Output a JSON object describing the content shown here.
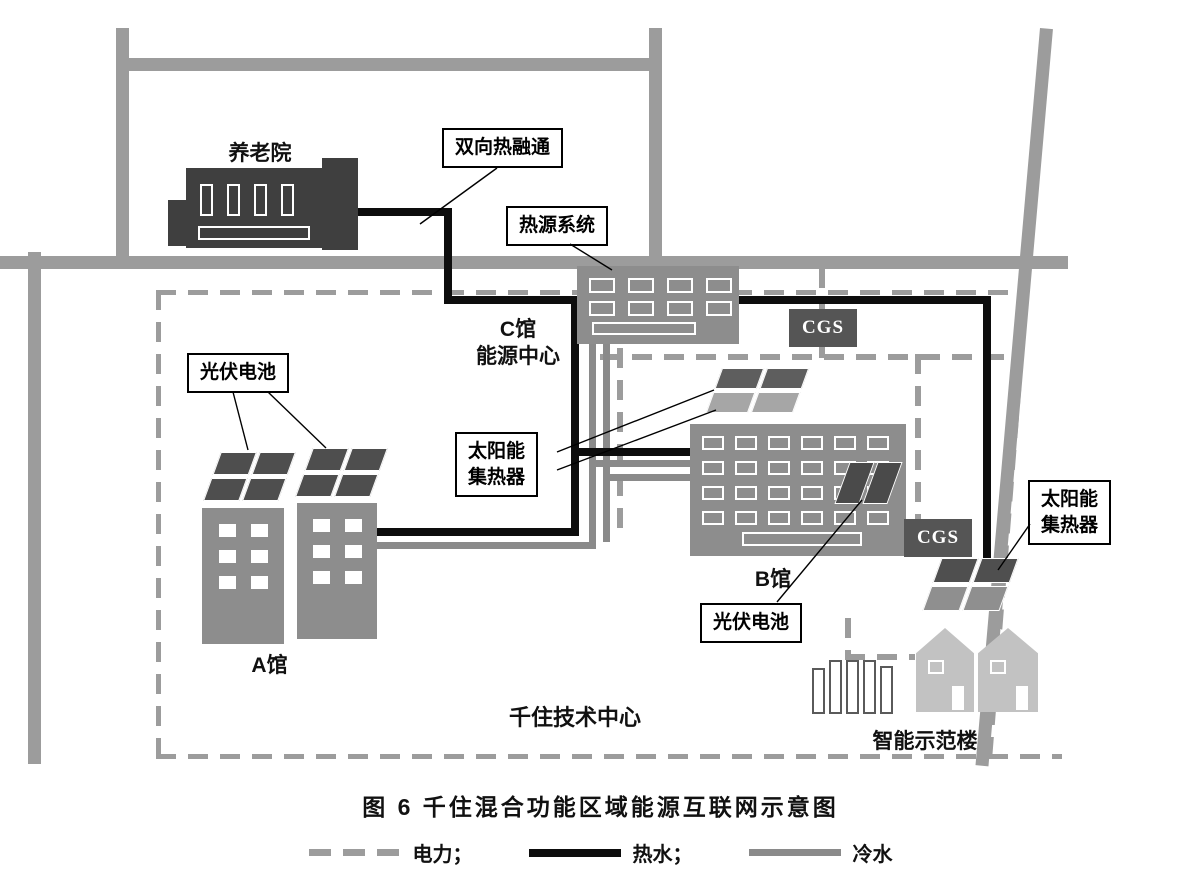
{
  "figure": {
    "caption": "图 6 千住混合功能区域能源互联网示意图"
  },
  "labels": {
    "nursing_home": "养老院",
    "bidirectional_heat": "双向热融通",
    "heat_source_system": "热源系统",
    "c_hall": "C馆",
    "c_hall_sub": "能源中心",
    "pv_left": "光伏电池",
    "pv_b": "光伏电池",
    "solar_collector_center_l1": "太阳能",
    "solar_collector_center_l2": "集热器",
    "solar_collector_right_l1": "太阳能",
    "solar_collector_right_l2": "集热器",
    "hall_a": "A馆",
    "hall_b": "B馆",
    "cgs_top": "CGS",
    "cgs_right": "CGS",
    "tech_center": "千住技术中心",
    "smart_demo_building": "智能示范楼"
  },
  "legend": {
    "items": [
      {
        "label": "电力；",
        "line": "power-dashed"
      },
      {
        "label": "热水；",
        "line": "hot-water-solid-black"
      },
      {
        "label": "冷水",
        "line": "cold-water-solid-gray"
      }
    ]
  },
  "colors": {
    "road": "#9c9c9c",
    "hot_water_pipe": "#0d0d0d",
    "cold_water_pipe": "#8a8a8a",
    "power_line": "#9c9c9c",
    "building_gray": "#8d8d8d",
    "building_dark": "#3f3f3f",
    "cgs_box": "#555555",
    "pv_panel_dark": "#4e4e4e",
    "collector_light": "#a6a6a6",
    "house_light": "#c2c2c2"
  }
}
